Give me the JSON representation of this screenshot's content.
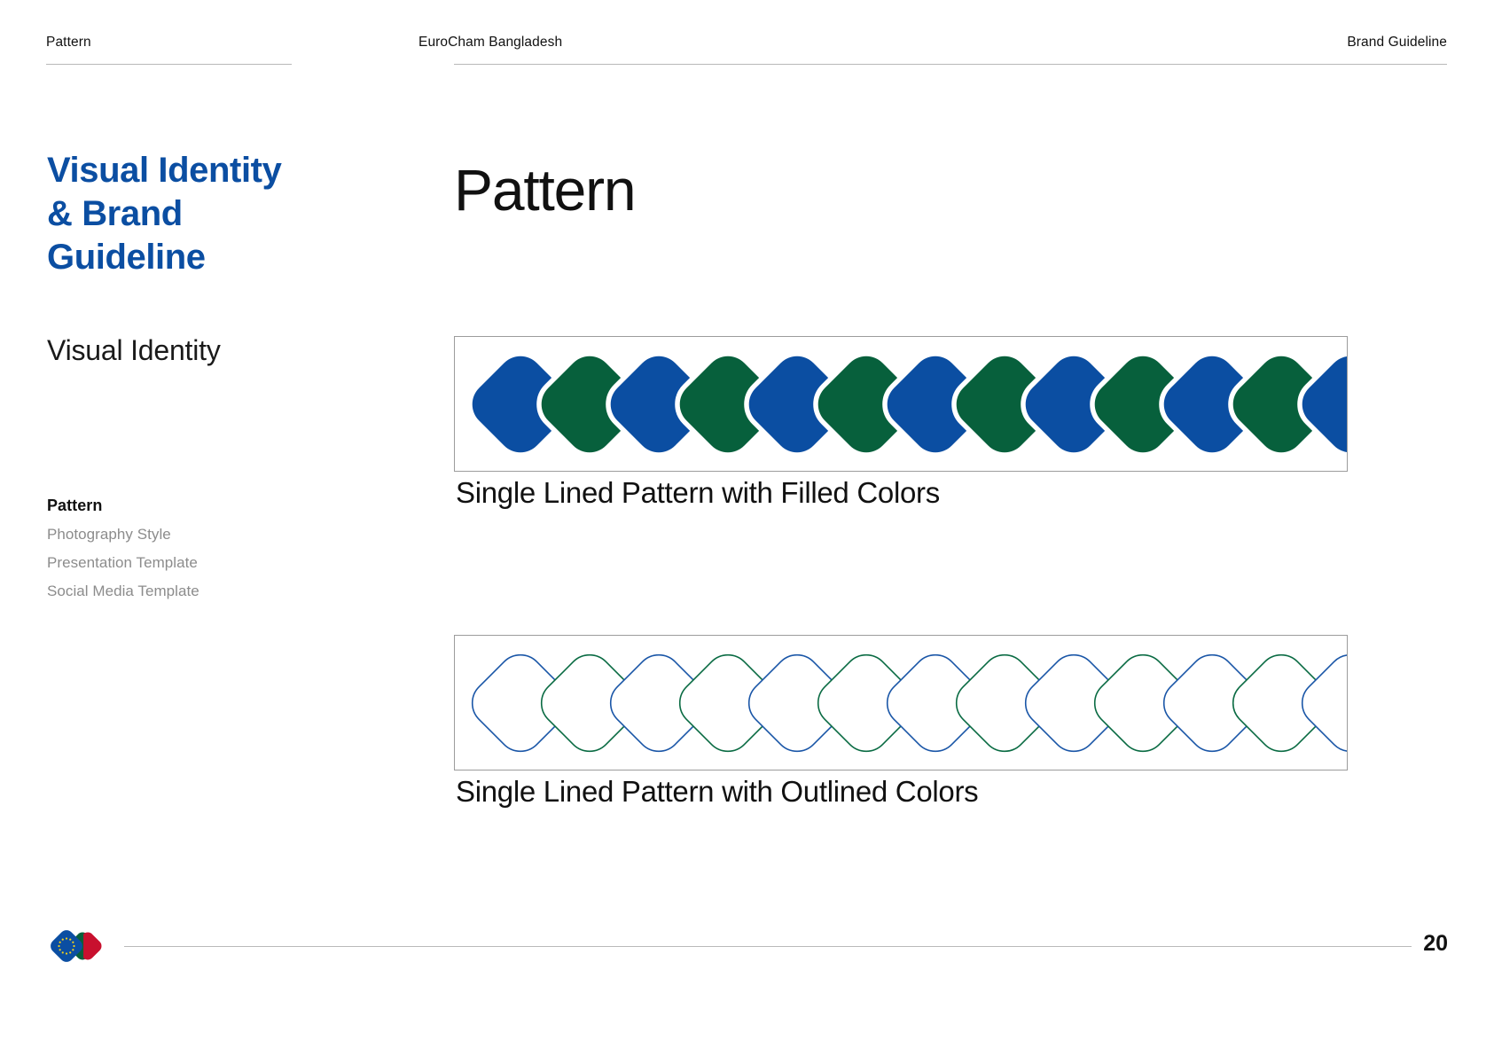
{
  "header": {
    "left": "Pattern",
    "center": "EuroCham Bangladesh",
    "right": "Brand Guideline"
  },
  "sidebar": {
    "brand_title": "Visual Identity\n& Brand\nGuideline",
    "brand_title_lines": [
      "Visual Identity",
      "& Brand",
      "Guideline"
    ],
    "section_title": "Visual Identity",
    "items": [
      {
        "label": "Pattern",
        "active": true
      },
      {
        "label": "Photography Style",
        "active": false
      },
      {
        "label": "Presentation Template",
        "active": false
      },
      {
        "label": "Social Media Template",
        "active": false
      }
    ]
  },
  "main": {
    "page_title": "Pattern",
    "blocks": [
      {
        "id": "filled",
        "caption": "Single Lined Pattern with Filled Colors",
        "style": "filled",
        "shape_count": 13,
        "colors": [
          "#0B4EA2",
          "#07603C"
        ]
      },
      {
        "id": "outlined",
        "caption": "Single Lined Pattern with Outlined Colors",
        "style": "outlined",
        "shape_count": 13,
        "colors": [
          "#1A56A7",
          "#0A6B43"
        ]
      }
    ]
  },
  "footer": {
    "page_number": "20",
    "logo_name": "eurocham-bangladesh-logo"
  },
  "colors": {
    "brand_blue": "#0B4EA2",
    "brand_green": "#07603C",
    "brand_red": "#C8102E",
    "rule_gray": "#b9b9b9",
    "muted_text": "#8c8c8c",
    "body_text": "#111111"
  }
}
